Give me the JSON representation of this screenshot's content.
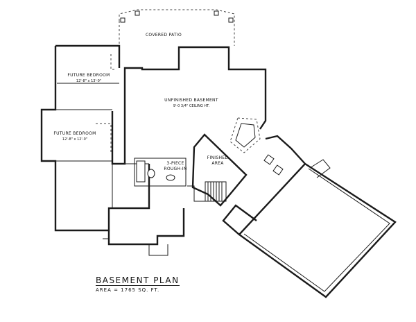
{
  "plan": {
    "title": "BASEMENT PLAN",
    "area": "AREA = 1765 SQ. FT."
  },
  "rooms": {
    "covered_patio": "COVERED PATIO",
    "future_bedroom_1": "FUTURE BEDROOM",
    "future_bedroom_1_dim": "12'-8\" x 13'-0\"",
    "future_bedroom_2": "FUTURE BEDROOM",
    "future_bedroom_2_dim": "12'-8\" x 12'-0\"",
    "unfinished_basement": "UNFINISHED BASEMENT",
    "unfinished_basement_ceiling": "9'-0 3/4\" CEILING HT.",
    "three_piece_1": "3-PIECE",
    "three_piece_2": "ROUGH-IN",
    "finished_area_1": "FINISHED",
    "finished_area_2": "AREA"
  }
}
